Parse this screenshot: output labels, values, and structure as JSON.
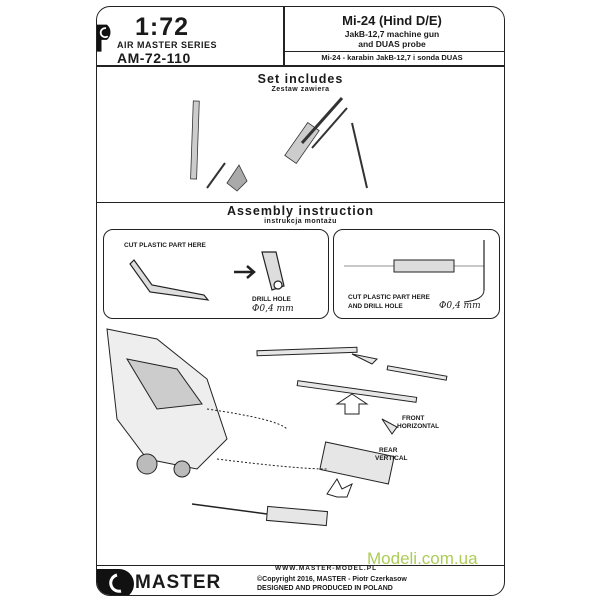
{
  "header": {
    "scale": "1:72",
    "series": "AIR MASTER SERIES",
    "code": "AM-72-110",
    "title": "Mi-24 (Hind D/E)",
    "subtitle_line1": "JakB-12,7 machine gun",
    "subtitle_line2": "and DUAS probe",
    "polish": "Mi-24 - karabin JakB-12,7 i sonda DUAS"
  },
  "set_includes": {
    "title": "Set includes",
    "title_pl": "Zestaw zawiera"
  },
  "assembly": {
    "title": "Assembly instruction",
    "title_pl": "instrukcja montażu",
    "step1_cut": "CUT PLASTIC PART HERE",
    "step1_drill": "DRILL HOLE",
    "step1_dim": "Φ0,4 mm",
    "step2_cut": "CUT PLASTIC PART HERE",
    "step2_drill": "AND DRILL HOLE",
    "step2_dim": "Φ0,4 mm",
    "front_label1": "FRONT",
    "front_label2": "HORIZONTAL",
    "rear_label1": "REAR",
    "rear_label2": "VERTICAL"
  },
  "footer": {
    "brand": "MASTER",
    "web": "WWW.MASTER-MODEL.PL",
    "copyright": "©Copyright 2016, MASTER - Piotr Czerkasow",
    "designed": "DESIGNED AND PRODUCED IN POLAND"
  },
  "watermark": "Modeli.com.ua"
}
